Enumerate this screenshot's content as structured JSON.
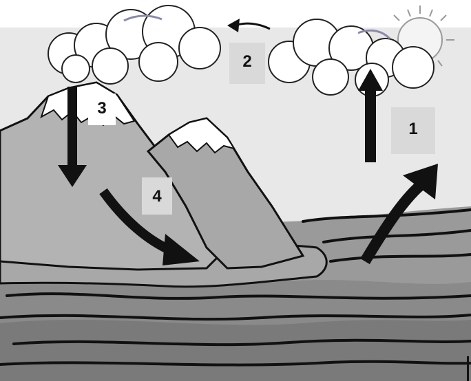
{
  "diagram": {
    "steps": [
      {
        "id": "evaporation",
        "number": "1"
      },
      {
        "id": "condensation",
        "number": "2"
      },
      {
        "id": "precipitation",
        "number": "3"
      },
      {
        "id": "collection",
        "number": "4"
      }
    ]
  },
  "colors": {
    "sky": "#e8e8e8",
    "cloud": "#ffffff",
    "mountain": "#b3b3b3",
    "snow": "#ffffff",
    "sea_light": "#a9a9a9",
    "sea_dark": "#7a7a7a",
    "arrow": "#111111",
    "label_box": "#d9d9d9"
  }
}
